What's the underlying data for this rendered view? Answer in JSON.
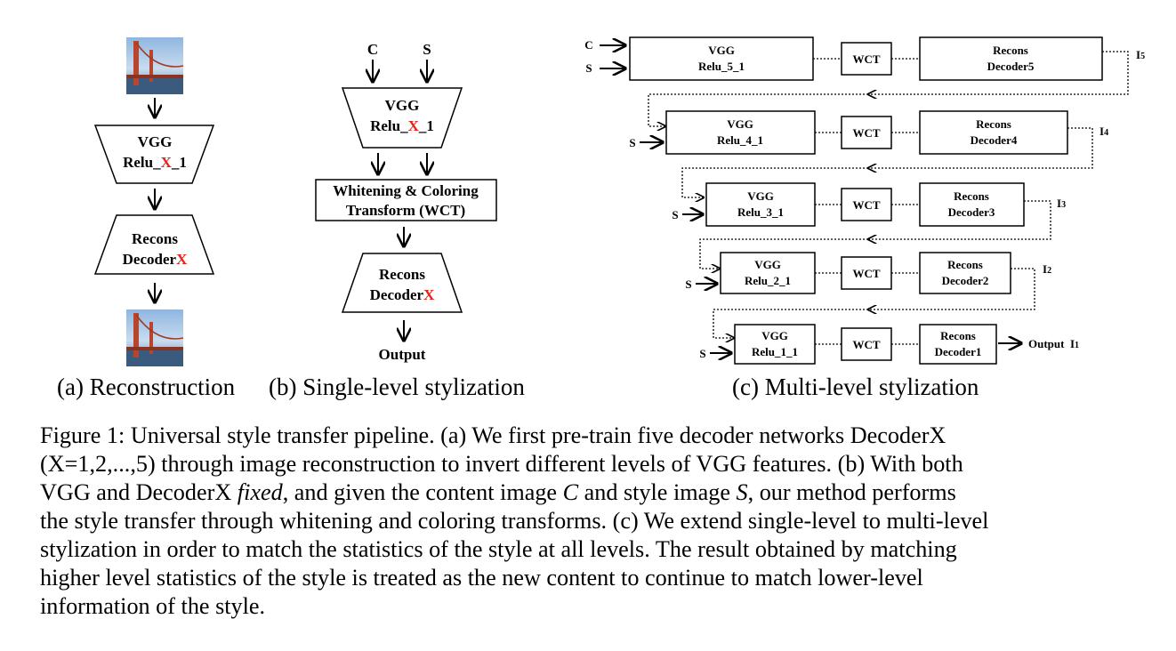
{
  "colors": {
    "highlight": "#e8201a",
    "ink": "#000000"
  },
  "panel_a": {
    "image_alt": "Golden Gate Bridge photo",
    "vgg": {
      "line1": "VGG",
      "line2_pre": "Relu_",
      "line2_x": "X",
      "line2_post": "_1"
    },
    "decoder": {
      "line1": "Recons",
      "line2_pre": "Decoder",
      "line2_x": "X"
    },
    "caption": "(a) Reconstruction"
  },
  "panel_b": {
    "input_c": "C",
    "input_s": "S",
    "vgg": {
      "line1": "VGG",
      "line2_pre": "Relu_",
      "line2_x": "X",
      "line2_post": "_1"
    },
    "wct": {
      "line1": "Whitening & Coloring",
      "line2": "Transform (WCT)"
    },
    "decoder": {
      "line1": "Recons",
      "line2_pre": "Decoder",
      "line2_x": "X"
    },
    "output": "Output",
    "caption": "(b) Single-level stylization"
  },
  "panel_c": {
    "levels": [
      {
        "vgg1": "VGG",
        "vgg2": "Relu_5_1",
        "wct": "WCT",
        "dec1": "Recons",
        "dec2": "Decoder5",
        "out": "I",
        "out_sub": "5",
        "in_c": "C",
        "in_s": "S"
      },
      {
        "vgg1": "VGG",
        "vgg2": "Relu_4_1",
        "wct": "WCT",
        "dec1": "Recons",
        "dec2": "Decoder4",
        "out": "I",
        "out_sub": "4",
        "in_s": "S"
      },
      {
        "vgg1": "VGG",
        "vgg2": "Relu_3_1",
        "wct": "WCT",
        "dec1": "Recons",
        "dec2": "Decoder3",
        "out": "I",
        "out_sub": "3",
        "in_s": "S"
      },
      {
        "vgg1": "VGG",
        "vgg2": "Relu_2_1",
        "wct": "WCT",
        "dec1": "Recons",
        "dec2": "Decoder2",
        "out": "I",
        "out_sub": "2",
        "in_s": "S"
      },
      {
        "vgg1": "VGG",
        "vgg2": "Relu_1_1",
        "wct": "WCT",
        "dec1": "Recons",
        "dec2": "Decoder1",
        "out": "Output  I",
        "out_sub": "1",
        "in_s": "S"
      }
    ],
    "caption": "(c) Multi-level stylization"
  },
  "caption": {
    "lines": [
      "Figure 1: Universal style transfer pipeline. (a) We first pre-train five decoder networks DecoderX",
      "(X=1,2,...,5) through image reconstruction to invert different levels of VGG features. (b) With both",
      "the style transfer through whitening and coloring transforms. (c) We extend single-level to multi-level",
      "stylization in order to match the statistics of the style at all levels. The result obtained by matching",
      "higher level statistics of the style is treated as the new content to continue to match lower-level",
      "information of the style."
    ],
    "line3": {
      "p1": "VGG and DecoderX ",
      "fixed": "fixed",
      "p2": ", and given the content image ",
      "c": "C",
      "p3": " and style image ",
      "s": "S",
      "p4": ", our method performs"
    }
  }
}
